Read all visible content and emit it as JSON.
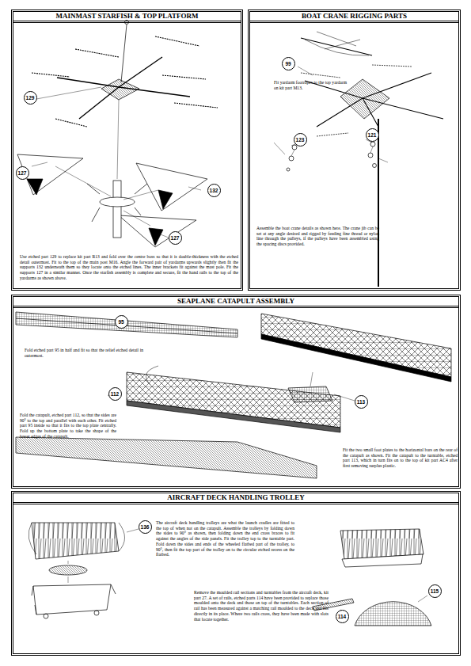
{
  "diagram": {
    "nodes": [
      {
        "text": [
          "MAINMAST STARFISH & TOP PLATFORM",
          "Use etched part 129 to replace kit part R13 and fold over the centre boss so that it is double-thickness with the etched detail outermost. Fit to the top of the main post M16. Angle the forward pair of yardarms upwards slightly then fit the supports 132 underneath them so they locate onto the etched lines. The inner brackets fit against the mast pole. Fit the supports 127 in a similar manner. Once the starfish assembly is complete and secure, fit the hand rails to the top of the yardarms as shown above."
        ]
      },
      {
        "text": [
          "129"
        ],
        "in": 0
      },
      {
        "text": [
          "127"
        ],
        "in": 0
      },
      {
        "text": [
          "132"
        ],
        "in": 0
      },
      {
        "text": [
          "127"
        ],
        "in": 0
      },
      {
        "text": [
          "BOAT CRANE RIGGING PARTS",
          "Fit yardarm footropes to the top yardarm on kit part M13.",
          "Assemble the boat crane details as shown here. The crane jib can be set at any angle desired and rigged by feeding fine thread or nylon line through the pulleys, if the pulleys have been assembled using the spacing discs provided."
        ]
      },
      {
        "text": [
          "99"
        ],
        "in": 5
      },
      {
        "text": [
          "123"
        ],
        "in": 5
      },
      {
        "text": [
          "121"
        ],
        "in": 5
      },
      {
        "text": [
          "SEAPLANE CATAPULT ASSEMBLY",
          "Fold etched part 95 in half and fit so that the relief etched detail in outermost.",
          "Fold the catapult, etched part 112, so that the sides are 90° to the top and parallel with each other. Fit etched part 95 inside so that it fits to the top plate centrally. Fold up the bottom plate to take the shape of the lower edges of the catapult.",
          "Fit the two small foot plates to the horizontal bars on the rear of the catapult as shown. Fit the catapult to the turntable, etched part 113, which in turn fits on to the top of kit part AC4 after first removing surplus plastic."
        ]
      },
      {
        "text": [
          "95"
        ],
        "in": 9
      },
      {
        "text": [
          "112"
        ],
        "in": 9
      },
      {
        "text": [
          "113"
        ],
        "in": 9
      },
      {
        "text": [
          "AIRCRAFT DECK HANDLING TROLLEY",
          "The aircraft deck handling trolleys are what the launch cradles are fitted to the top of when not on the catapult. Assemble the trolleys by folding down the sides to 90° as shown, then folding down the end cross braces to fit against the angles of the side panels. Fit the trolley top to the turntable part. Fold down the sides and ends of the wheeled flatbed part of the trolley, to 90°, then fit the top part of the trolley on to the circular etched recess on the flatbed.",
          "Remove the moulded rail sections and turntables from the aircraft deck, kit part 27. A set of rails, etched parts 114 have been provided to replace those moulded onto the deck and those on top of the turntables. Each section of rail has been measured against a matching rail moulded to the deck and fits directly in its place. Where two rails cross, they have been made with slots that locate together."
        ]
      },
      {
        "text": [
          "136"
        ],
        "in": 13
      },
      {
        "text": [
          "115"
        ],
        "in": 13
      },
      {
        "text": [
          "114"
        ],
        "in": 13
      }
    ]
  }
}
